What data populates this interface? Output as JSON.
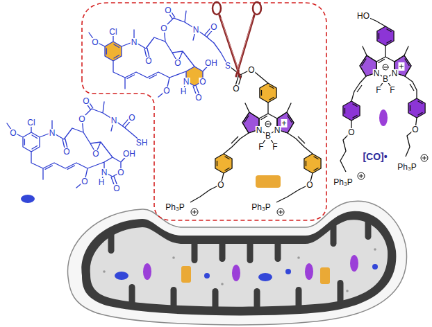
{
  "diagram": {
    "labels": [
      "Cl",
      "O",
      "N",
      "O",
      "O",
      "O",
      "N",
      "O",
      "SH",
      "O",
      "O",
      "O",
      "N",
      "H",
      "OH",
      "O",
      "Cl",
      "O",
      "N",
      "O",
      "O",
      "O",
      "N",
      "O",
      "S",
      "O",
      "O",
      "O",
      "N",
      "H",
      "OH",
      "O",
      "O",
      "O",
      "N",
      "+",
      "N",
      "B",
      "F",
      "F",
      "O",
      "O",
      "Ph₃P",
      "Ph₃P",
      "HO",
      "N",
      "+",
      "N",
      "B",
      "F",
      "F",
      "O",
      "O",
      "Ph₃P",
      "Ph₃P",
      "[CO]•"
    ]
  }
}
